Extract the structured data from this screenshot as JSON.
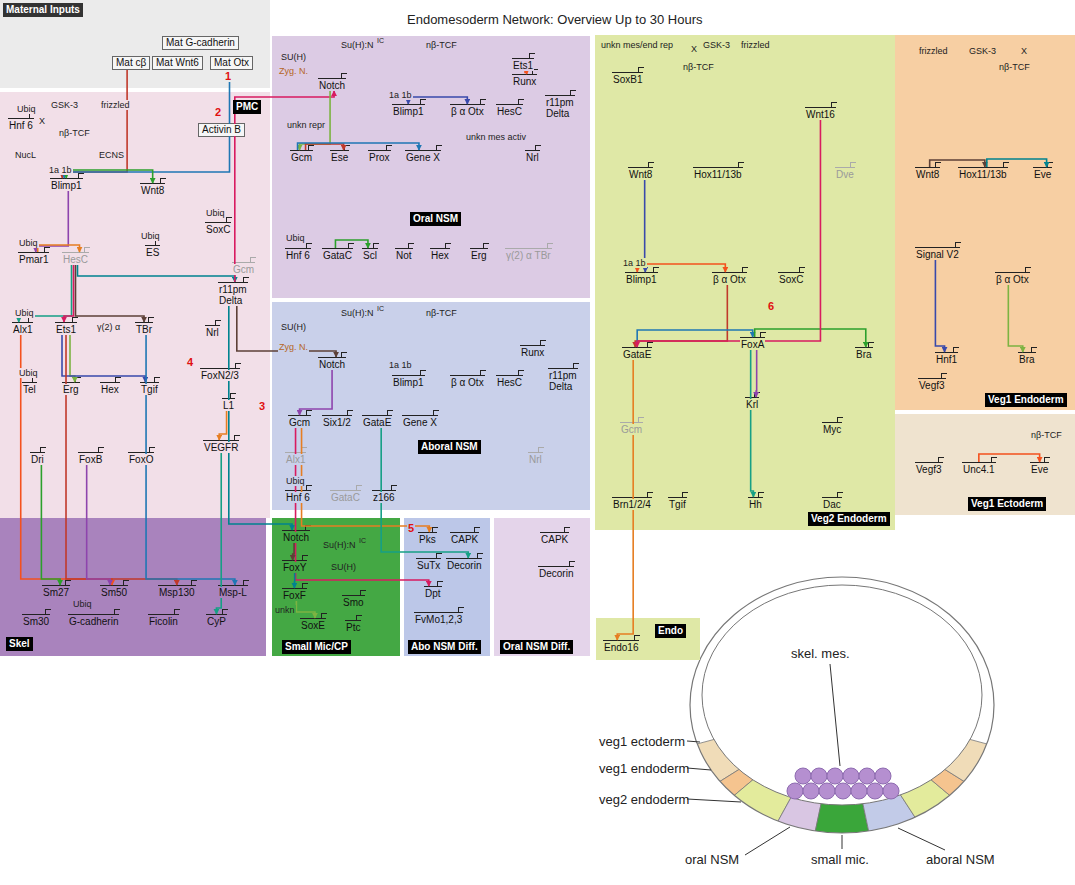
{
  "diagram": {
    "title": "Endomesoderm Network: Overview Up to 30 Hours",
    "nodes": [
      {
        "text": [
          "Maternal Inputs"
        ]
      },
      {
        "text": [
          "Mat G-cadherin"
        ],
        "in": 0
      },
      {
        "text": [
          "Mat cβ"
        ],
        "in": 0
      },
      {
        "text": [
          "Mat Wnt6"
        ],
        "in": 0
      },
      {
        "text": [
          "Mat Otx"
        ],
        "in": 0
      },
      {
        "text": [
          "PMC"
        ]
      },
      {
        "text": [
          "Hnf 6"
        ],
        "in": 5
      },
      {
        "text": [
          "Blimp1"
        ],
        "in": 5
      },
      {
        "text": [
          "Wnt8"
        ],
        "in": 5
      },
      {
        "text": [
          "Activin B"
        ],
        "in": 5
      },
      {
        "text": [
          "SoxC"
        ],
        "in": 5
      },
      {
        "text": [
          "Pmar1"
        ],
        "in": 5
      },
      {
        "text": [
          "HesC"
        ],
        "in": 5
      },
      {
        "text": [
          "ES"
        ],
        "in": 5
      },
      {
        "text": [
          "Gcm"
        ],
        "in": 5
      },
      {
        "text": [
          "r11pm Delta"
        ],
        "in": 5
      },
      {
        "text": [
          "Alx1"
        ],
        "in": 5
      },
      {
        "text": [
          "Ets1"
        ],
        "in": 5
      },
      {
        "text": [
          "TBr"
        ],
        "in": 5
      },
      {
        "text": [
          "Nrl"
        ],
        "in": 5
      },
      {
        "text": [
          "FoxN2/3"
        ],
        "in": 5
      },
      {
        "text": [
          "Tel"
        ],
        "in": 5
      },
      {
        "text": [
          "Erg"
        ],
        "in": 5
      },
      {
        "text": [
          "Hex"
        ],
        "in": 5
      },
      {
        "text": [
          "Tgif"
        ],
        "in": 5
      },
      {
        "text": [
          "L1"
        ],
        "in": 5
      },
      {
        "text": [
          "VEGFR"
        ],
        "in": 5
      },
      {
        "text": [
          "Dri"
        ],
        "in": 5
      },
      {
        "text": [
          "FoxB"
        ],
        "in": 5
      },
      {
        "text": [
          "FoxO"
        ],
        "in": 5
      },
      {
        "text": [
          "Skel"
        ]
      },
      {
        "text": [
          "Sm27"
        ],
        "in": 30
      },
      {
        "text": [
          "Sm50"
        ],
        "in": 30
      },
      {
        "text": [
          "Msp130"
        ],
        "in": 30
      },
      {
        "text": [
          "Msp-L"
        ],
        "in": 30
      },
      {
        "text": [
          "Sm30"
        ],
        "in": 30
      },
      {
        "text": [
          "G-cadherin"
        ],
        "in": 30
      },
      {
        "text": [
          "Ficolin"
        ],
        "in": 30
      },
      {
        "text": [
          "CyP"
        ],
        "in": 30
      },
      {
        "text": [
          "Oral NSM"
        ]
      },
      {
        "text": [
          "Notch"
        ],
        "in": 39
      },
      {
        "text": [
          "Blimp1"
        ],
        "in": 39
      },
      {
        "text": [
          "β α Otx"
        ],
        "in": 39
      },
      {
        "text": [
          "HesC"
        ],
        "in": 39
      },
      {
        "text": [
          "Ets1"
        ],
        "in": 39
      },
      {
        "text": [
          "Runx"
        ],
        "in": 39
      },
      {
        "text": [
          "r11pm Delta"
        ],
        "in": 39
      },
      {
        "text": [
          "Gcm"
        ],
        "in": 39
      },
      {
        "text": [
          "Ese"
        ],
        "in": 39
      },
      {
        "text": [
          "Prox"
        ],
        "in": 39
      },
      {
        "text": [
          "Gene X"
        ],
        "in": 39
      },
      {
        "text": [
          "Nrl"
        ],
        "in": 39
      },
      {
        "text": [
          "Hnf 6"
        ],
        "in": 39
      },
      {
        "text": [
          "GataC"
        ],
        "in": 39
      },
      {
        "text": [
          "Scl"
        ],
        "in": 39
      },
      {
        "text": [
          "Not"
        ],
        "in": 39
      },
      {
        "text": [
          "Hex"
        ],
        "in": 39
      },
      {
        "text": [
          "Erg"
        ],
        "in": 39
      },
      {
        "text": [
          "γ(2) α TBr"
        ],
        "in": 39
      },
      {
        "text": [
          "Aboral NSM"
        ]
      },
      {
        "text": [
          "Notch"
        ],
        "in": 59
      },
      {
        "text": [
          "Blimp1"
        ],
        "in": 59
      },
      {
        "text": [
          "β α Otx"
        ],
        "in": 59
      },
      {
        "text": [
          "HesC"
        ],
        "in": 59
      },
      {
        "text": [
          "Runx"
        ],
        "in": 59
      },
      {
        "text": [
          "r11pm Delta"
        ],
        "in": 59
      },
      {
        "text": [
          "Gcm"
        ],
        "in": 59
      },
      {
        "text": [
          "Six1/2"
        ],
        "in": 59
      },
      {
        "text": [
          "GataE"
        ],
        "in": 59
      },
      {
        "text": [
          "Gene X"
        ],
        "in": 59
      },
      {
        "text": [
          "Alx1"
        ],
        "in": 59
      },
      {
        "text": [
          "Nrl"
        ],
        "in": 59
      },
      {
        "text": [
          "Hnf 6"
        ],
        "in": 59
      },
      {
        "text": [
          "GataC"
        ],
        "in": 59
      },
      {
        "text": [
          "z166"
        ],
        "in": 59
      },
      {
        "text": [
          "Small Mic/CP"
        ]
      },
      {
        "text": [
          "Notch"
        ],
        "in": 75
      },
      {
        "text": [
          "FoxY"
        ],
        "in": 75
      },
      {
        "text": [
          "FoxF"
        ],
        "in": 75
      },
      {
        "text": [
          "SoxE"
        ],
        "in": 75
      },
      {
        "text": [
          "Smo"
        ],
        "in": 75
      },
      {
        "text": [
          "Ptc"
        ],
        "in": 75
      },
      {
        "text": [
          "Abo NSM Diff."
        ]
      },
      {
        "text": [
          "Pks"
        ],
        "in": 82
      },
      {
        "text": [
          "CAPK"
        ],
        "in": 82
      },
      {
        "text": [
          "SuTx"
        ],
        "in": 82
      },
      {
        "text": [
          "Decorin"
        ],
        "in": 82
      },
      {
        "text": [
          "Dpt"
        ],
        "in": 82
      },
      {
        "text": [
          "FvMo1,2,3"
        ],
        "in": 82
      },
      {
        "text": [
          "Oral NSM Diff."
        ]
      },
      {
        "text": [
          "CAPK"
        ],
        "in": 89
      },
      {
        "text": [
          "Decorin"
        ],
        "in": 89
      },
      {
        "text": [
          "Endo"
        ]
      },
      {
        "text": [
          "Endo16"
        ],
        "in": 92
      },
      {
        "text": [
          "Veg2 Endoderm"
        ]
      },
      {
        "text": [
          "SoxB1"
        ],
        "in": 94
      },
      {
        "text": [
          "Wnt16"
        ],
        "in": 94
      },
      {
        "text": [
          "Wnt8"
        ],
        "in": 94
      },
      {
        "text": [
          "Hox11/13b"
        ],
        "in": 94
      },
      {
        "text": [
          "Dve"
        ],
        "in": 94
      },
      {
        "text": [
          "Blimp1"
        ],
        "in": 94
      },
      {
        "text": [
          "β α Otx"
        ],
        "in": 94
      },
      {
        "text": [
          "SoxC"
        ],
        "in": 94
      },
      {
        "text": [
          "GataE"
        ],
        "in": 94
      },
      {
        "text": [
          "FoxA"
        ],
        "in": 94
      },
      {
        "text": [
          "Bra"
        ],
        "in": 94
      },
      {
        "text": [
          "Gcm"
        ],
        "in": 94
      },
      {
        "text": [
          "Krl"
        ],
        "in": 94
      },
      {
        "text": [
          "Myc"
        ],
        "in": 94
      },
      {
        "text": [
          "Brn1/2/4"
        ],
        "in": 94
      },
      {
        "text": [
          "Tgif"
        ],
        "in": 94
      },
      {
        "text": [
          "Hh"
        ],
        "in": 94
      },
      {
        "text": [
          "Dac"
        ],
        "in": 94
      },
      {
        "text": [
          "Veg1 Endoderm"
        ]
      },
      {
        "text": [
          "Wnt8"
        ],
        "in": 113
      },
      {
        "text": [
          "Hox11/13b"
        ],
        "in": 113
      },
      {
        "text": [
          "Eve"
        ],
        "in": 113
      },
      {
        "text": [
          "Signal V2"
        ],
        "in": 113
      },
      {
        "text": [
          "β α Otx"
        ],
        "in": 113
      },
      {
        "text": [
          "Hnf1"
        ],
        "in": 113
      },
      {
        "text": [
          "Bra"
        ],
        "in": 113
      },
      {
        "text": [
          "Vegf3"
        ],
        "in": 113
      },
      {
        "text": [
          "Veg1 Ectoderm"
        ]
      },
      {
        "text": [
          "Vegf3"
        ],
        "in": 122
      },
      {
        "text": [
          "Unc4.1"
        ],
        "in": 122
      },
      {
        "text": [
          "Eve"
        ],
        "in": 122
      }
    ],
    "edges": [
      {
        "from": 2,
        "to": 7,
        "arrow": "to"
      },
      {
        "from": 4,
        "to": 7,
        "arrow": "to"
      },
      {
        "from": 7,
        "to": 8,
        "arrow": "both"
      },
      {
        "from": 7,
        "to": 11,
        "arrow": "to"
      },
      {
        "from": 11,
        "to": 12,
        "arrow": "to"
      },
      {
        "from": 12,
        "to": 16,
        "arrow": "to"
      },
      {
        "from": 12,
        "to": 17,
        "arrow": "to"
      },
      {
        "from": 12,
        "to": 18,
        "arrow": "to"
      },
      {
        "from": 12,
        "to": 15,
        "arrow": "to"
      },
      {
        "from": 17,
        "to": 22,
        "arrow": "to"
      },
      {
        "from": 17,
        "to": 24,
        "arrow": "to"
      },
      {
        "from": 16,
        "to": 32,
        "arrow": "to"
      },
      {
        "from": 17,
        "to": 33,
        "arrow": "to"
      },
      {
        "from": 18,
        "to": 34,
        "arrow": "to"
      },
      {
        "from": 27,
        "to": 31,
        "arrow": "to"
      },
      {
        "from": 28,
        "to": 32,
        "arrow": "to"
      },
      {
        "from": 25,
        "to": 26,
        "arrow": "to"
      },
      {
        "from": 26,
        "to": 38,
        "arrow": "to"
      },
      {
        "from": 15,
        "to": 40,
        "arrow": "to"
      },
      {
        "from": 15,
        "to": 60,
        "arrow": "to"
      },
      {
        "from": 15,
        "to": 76,
        "arrow": "to"
      },
      {
        "from": 40,
        "to": 47,
        "arrow": "to"
      },
      {
        "from": 41,
        "to": 42,
        "arrow": "both"
      },
      {
        "from": 44,
        "to": 45,
        "arrow": "to"
      },
      {
        "from": 47,
        "to": 48,
        "arrow": "to"
      },
      {
        "from": 47,
        "to": 50,
        "arrow": "to"
      },
      {
        "from": 53,
        "to": 54,
        "arrow": "to"
      },
      {
        "from": 60,
        "to": 66,
        "arrow": "to"
      },
      {
        "from": 66,
        "to": 83,
        "arrow": "to"
      },
      {
        "from": 68,
        "to": 86,
        "arrow": "to"
      },
      {
        "from": 66,
        "to": 87,
        "arrow": "to"
      },
      {
        "from": 76,
        "to": 77,
        "arrow": "to"
      },
      {
        "from": 77,
        "to": 78,
        "arrow": "to"
      },
      {
        "from": 78,
        "to": 79,
        "arrow": "to"
      },
      {
        "from": 97,
        "to": 100,
        "arrow": "to"
      },
      {
        "from": 100,
        "to": 101,
        "arrow": "both"
      },
      {
        "from": 101,
        "to": 103,
        "arrow": "to"
      },
      {
        "from": 103,
        "to": 104,
        "arrow": "to"
      },
      {
        "from": 104,
        "to": 105,
        "arrow": "to"
      },
      {
        "from": 104,
        "to": 107,
        "arrow": "to"
      },
      {
        "from": 103,
        "to": 93,
        "arrow": "to"
      },
      {
        "from": 104,
        "to": 111,
        "arrow": "to"
      },
      {
        "from": 96,
        "to": 103,
        "arrow": "to"
      },
      {
        "from": 114,
        "to": 115,
        "arrow": "to"
      },
      {
        "from": 115,
        "to": 116,
        "arrow": "to"
      },
      {
        "from": 118,
        "to": 120,
        "arrow": "to"
      },
      {
        "from": 117,
        "to": 119,
        "arrow": "to"
      },
      {
        "from": 124,
        "to": 125,
        "arrow": "to"
      }
    ],
    "labels": [
      "1",
      "2",
      "3",
      "4",
      "5",
      "6",
      "Ubiq",
      "GSK-3",
      "frizzled",
      "X",
      "nβ-TCF",
      "NucL",
      "ECNS",
      "1a 1b",
      "Ubiq",
      "Ubiq",
      "Ubiq",
      "Ubiq",
      "γ(2) α",
      "Ubiq",
      "Ubiq",
      "SU(H)",
      "Su(H):N",
      "IC",
      "nβ-TCF",
      "Zyg. N.",
      "1a 1b",
      "unkn repr",
      "unkn mes activ",
      "Ubiq",
      "SU(H)",
      "Su(H):N",
      "IC",
      "nβ-TCF",
      "Zyg. N.",
      "1a 1b",
      "Ubiq",
      "Su(H):N",
      "IC",
      "SU(H)",
      "unkn",
      "unkn mes/end rep",
      "X",
      "GSK-3",
      "frizzled",
      "nβ-TCF",
      "1a 1b",
      "frizzled",
      "GSK-3",
      "X",
      "nβ-TCF",
      "nβ-TCF",
      "skel. mes.",
      "veg1 ectoderm",
      "veg1 endoderm",
      "veg2 endoderm",
      "oral NSM",
      "small mic.",
      "aboral NSM"
    ]
  }
}
